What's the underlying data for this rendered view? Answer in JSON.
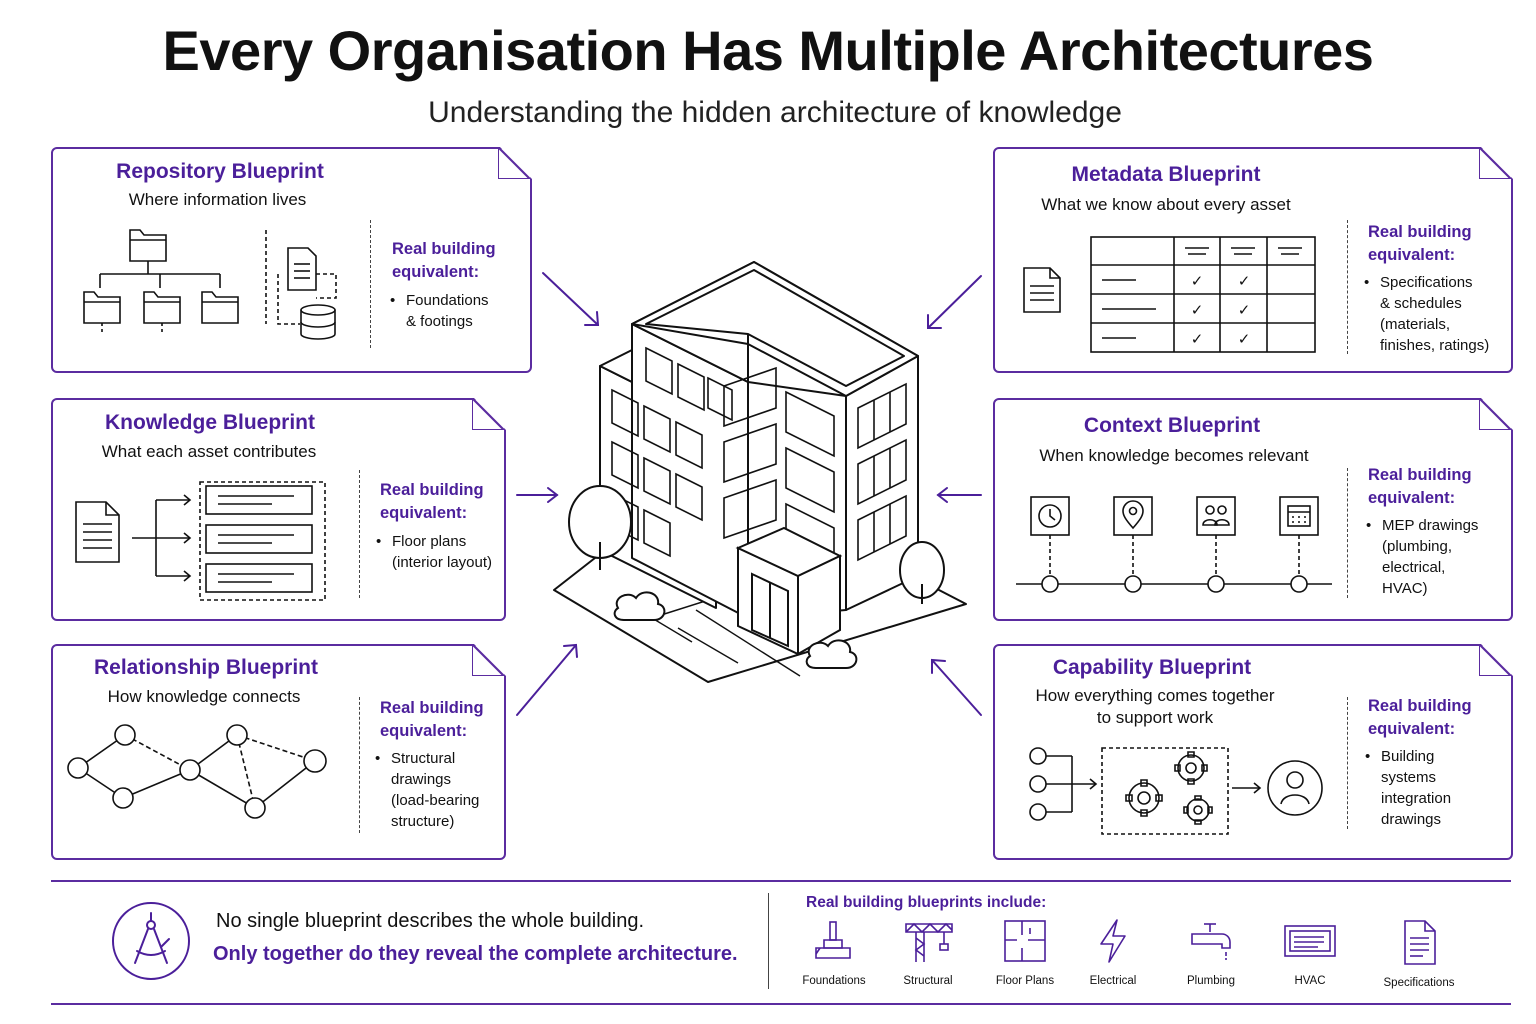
{
  "title": "Every Organisation Has Multiple Architectures",
  "subtitle": "Understanding the hidden architecture of knowledge",
  "accent_color": "#5b2ca0",
  "cards": [
    {
      "title": "Repository Blueprint",
      "subtitle": "Where information lives",
      "eq_head": [
        "Real building",
        "equivalent:"
      ],
      "eq_item": [
        "Foundations",
        "& footings"
      ]
    },
    {
      "title": "Knowledge Blueprint",
      "subtitle": "What each asset contributes",
      "eq_head": [
        "Real building",
        "equivalent:"
      ],
      "eq_item": [
        "Floor plans",
        "(interior layout)"
      ]
    },
    {
      "title": "Relationship Blueprint",
      "subtitle": "How knowledge connects",
      "eq_head": [
        "Real building",
        "equivalent:"
      ],
      "eq_item": [
        "Structural",
        "drawings",
        "(load-bearing",
        "structure)"
      ]
    },
    {
      "title": "Metadata Blueprint",
      "subtitle": "What we know about every asset",
      "eq_head": [
        "Real building",
        "equivalent:"
      ],
      "eq_item": [
        "Specifications",
        "& schedules",
        "(materials,",
        "finishes, ratings)"
      ]
    },
    {
      "title": "Context Blueprint",
      "subtitle": "When knowledge becomes relevant",
      "eq_head": [
        "Real building",
        "equivalent:"
      ],
      "eq_item": [
        "MEP drawings",
        "(plumbing,",
        "electrical,",
        "HVAC)"
      ]
    },
    {
      "title": "Capability Blueprint",
      "subtitle": [
        "How everything comes together",
        "to support work"
      ],
      "eq_head": [
        "Real building",
        "equivalent:"
      ],
      "eq_item": [
        "Building",
        "systems",
        "integration",
        "drawings"
      ]
    }
  ],
  "metadata_table_marks": [
    "✓",
    "✓",
    "✓",
    "✓",
    "✓",
    "✓"
  ],
  "footer": {
    "line1": "No single blueprint describes the whole building.",
    "line2": "Only together do they reveal the complete architecture.",
    "blueprints_head": "Real building blueprints include:",
    "blueprints": [
      {
        "label": "Foundations",
        "icon": "foundations-icon"
      },
      {
        "label": "Structural",
        "icon": "structural-crane-icon"
      },
      {
        "label": "Floor Plans",
        "icon": "floor-plan-icon"
      },
      {
        "label": "Electrical",
        "icon": "lightning-icon"
      },
      {
        "label": "Plumbing",
        "icon": "faucet-icon"
      },
      {
        "label": "HVAC",
        "icon": "hvac-vent-icon"
      },
      {
        "label": "Specifications",
        "icon": "document-icon"
      }
    ]
  }
}
